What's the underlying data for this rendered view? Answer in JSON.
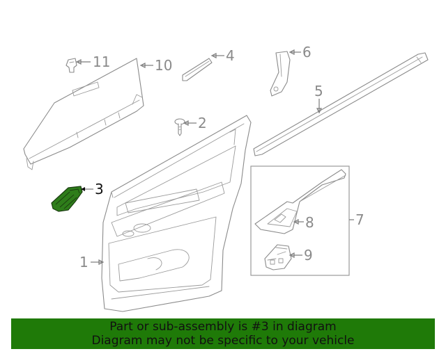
{
  "banner": {
    "line1": "Part or sub-assembly is #3 in diagram",
    "line2": "Diagram may not be specific to your vehicle",
    "bg_color": "#1f7a08"
  },
  "highlight_color": "#2e7d1a",
  "callouts": {
    "c1": "1",
    "c2": "2",
    "c3": "3",
    "c4": "4",
    "c5": "5",
    "c6": "6",
    "c7": "7",
    "c8": "8",
    "c9": "9",
    "c10": "10",
    "c11": "11"
  }
}
